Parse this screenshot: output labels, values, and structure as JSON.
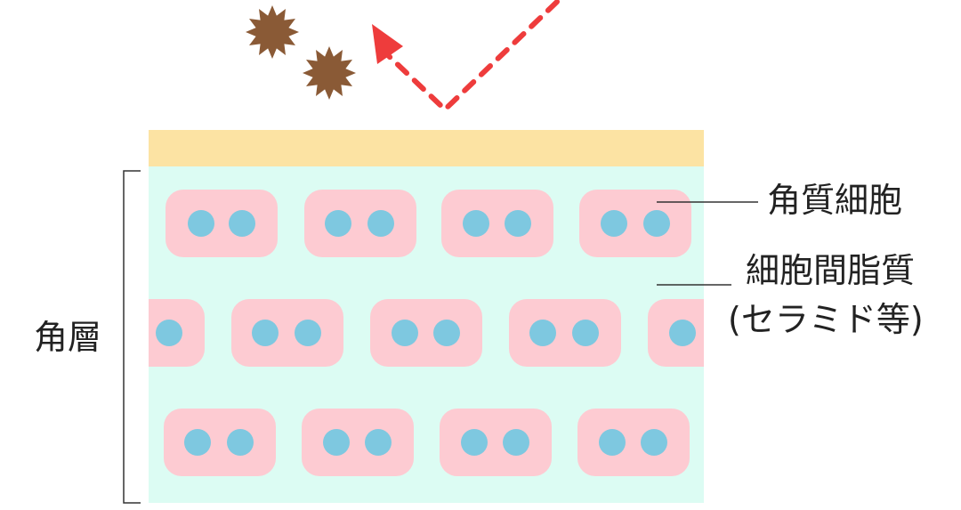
{
  "labels": {
    "corneocyte": "角質細胞",
    "intercellular_lipid": "細胞間脂質",
    "intercellular_lipid_note": "(セラミド等)",
    "stratum_corneum": "角層"
  },
  "icons": {
    "irritant": "spiky-particle-icon",
    "reflection": "dashed-arrow-icon"
  },
  "colors": {
    "surface_film": "#fce3a3",
    "lipid_matrix": "#dcfcf3",
    "cell_body": "#fdcbd2",
    "nucleus": "#7ec8e0",
    "irritant": "#8a5a36",
    "arrow": "#ee3c3c",
    "line": "#333333"
  }
}
